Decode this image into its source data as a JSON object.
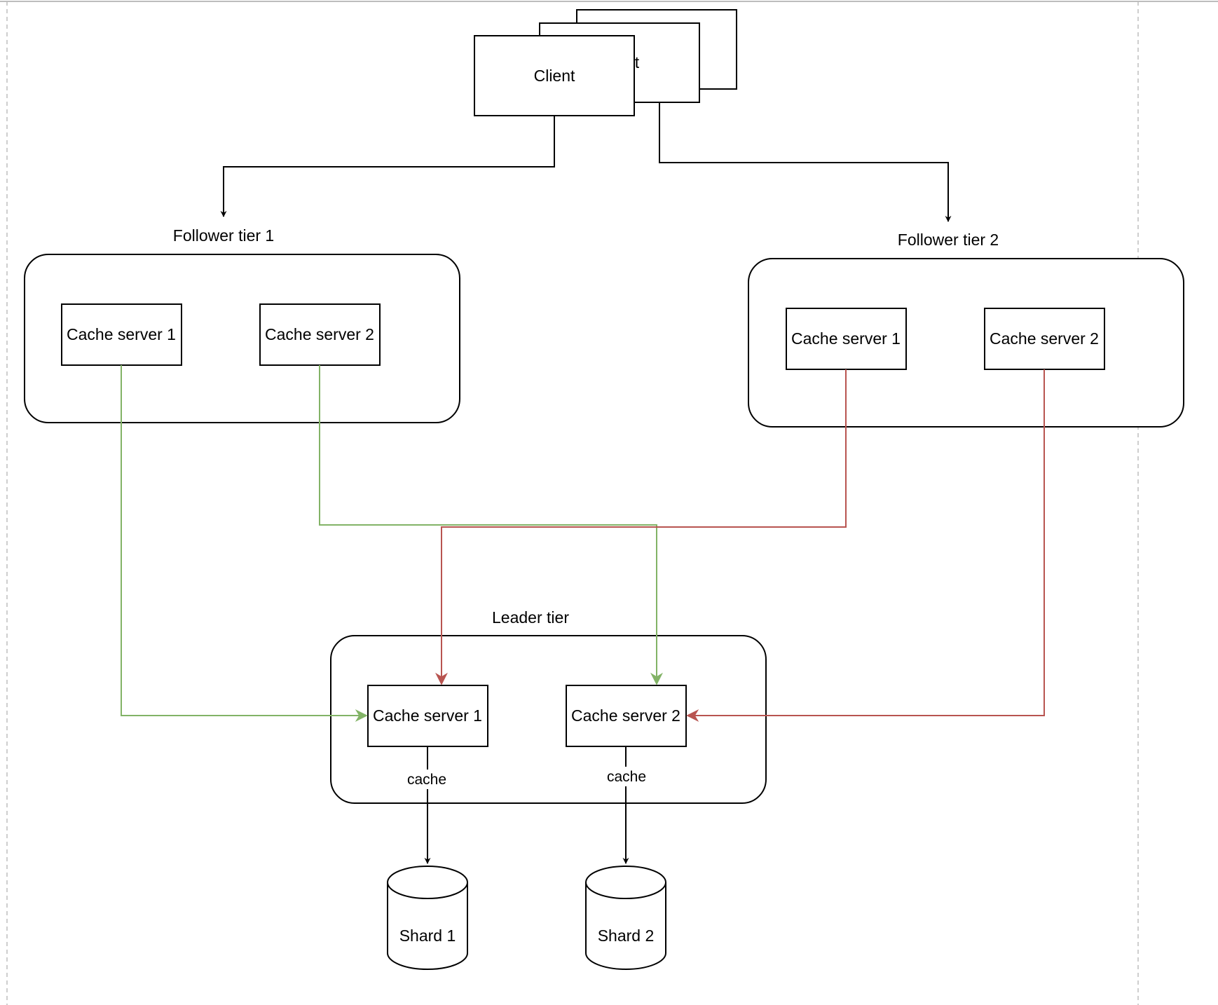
{
  "colors": {
    "black": "#000000",
    "green": "#82b366",
    "red": "#b85450",
    "page_border": "#bdbdbd"
  },
  "client": {
    "label": "Client",
    "stack_peek": "t"
  },
  "follower_tier_1": {
    "title": "Follower tier 1",
    "servers": [
      "Cache server 1",
      "Cache server 2"
    ]
  },
  "follower_tier_2": {
    "title": "Follower tier 2",
    "servers": [
      "Cache server 1",
      "Cache server 2"
    ]
  },
  "leader_tier": {
    "title": "Leader tier",
    "servers": [
      "Cache server 1",
      "Cache server 2"
    ],
    "edge_labels": [
      "cache",
      "cache"
    ]
  },
  "shards": [
    "Shard 1",
    "Shard 2"
  ]
}
